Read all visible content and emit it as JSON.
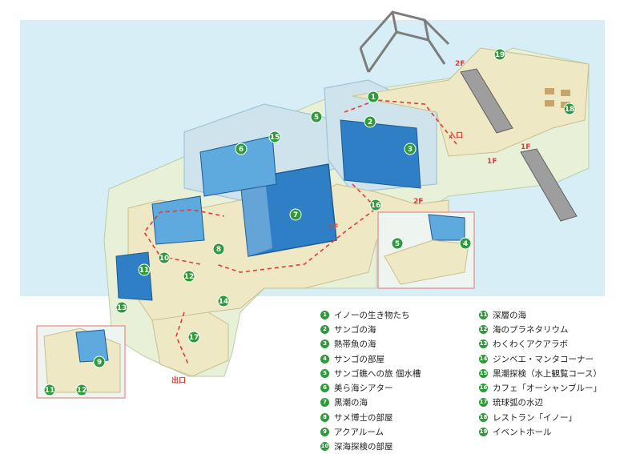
{
  "map": {
    "colors": {
      "sea": "#d8eef6",
      "floor": "#efe8c4",
      "walls": "#cfe3ec",
      "tank": "#2f7fc6",
      "tank_light": "#8fc3e6",
      "route": "#e53935",
      "marker": "#2e9a3a",
      "building_edge": "#9ec4d8"
    },
    "labels": {
      "entrance": "入口",
      "exit": "出口",
      "floor_2f_a": "2F",
      "floor_2f_b": "2F",
      "floor_1f_a": "1F",
      "floor_1f_b": "1F",
      "floor_1f_c": "1F"
    },
    "legend_left": [
      {
        "num": "1",
        "name": "イノーの生き物たち"
      },
      {
        "num": "2",
        "name": "サンゴの海"
      },
      {
        "num": "3",
        "name": "熱帯魚の海"
      },
      {
        "num": "4",
        "name": "サンゴの部屋"
      },
      {
        "num": "5",
        "name": "サンゴ礁への旅 個水槽"
      },
      {
        "num": "6",
        "name": "美ら海シアター"
      },
      {
        "num": "7",
        "name": "黒潮の海"
      },
      {
        "num": "8",
        "name": "サメ博士の部屋"
      },
      {
        "num": "9",
        "name": "アクアルーム"
      },
      {
        "num": "10",
        "name": "深海探検の部屋"
      }
    ],
    "legend_right": [
      {
        "num": "11",
        "name": "深層の海"
      },
      {
        "num": "12",
        "name": "海のプラネタリウム"
      },
      {
        "num": "13",
        "name": "わくわくアクアラボ"
      },
      {
        "num": "14",
        "name": "ジンベエ・マンタコーナー"
      },
      {
        "num": "15",
        "name": "黒潮探検（水上観覧コース）"
      },
      {
        "num": "16",
        "name": "カフェ「オーシャンブルー」"
      },
      {
        "num": "17",
        "name": "琉球弧の水辺"
      },
      {
        "num": "18",
        "name": "レストラン「イノー」"
      },
      {
        "num": "19",
        "name": "イベントホール"
      }
    ],
    "markers": [
      "1",
      "2",
      "3",
      "4",
      "5",
      "6",
      "7",
      "8",
      "9",
      "10",
      "11",
      "12",
      "13",
      "14",
      "15",
      "16",
      "17",
      "18",
      "19",
      "5",
      "4",
      "11",
      "12"
    ]
  }
}
